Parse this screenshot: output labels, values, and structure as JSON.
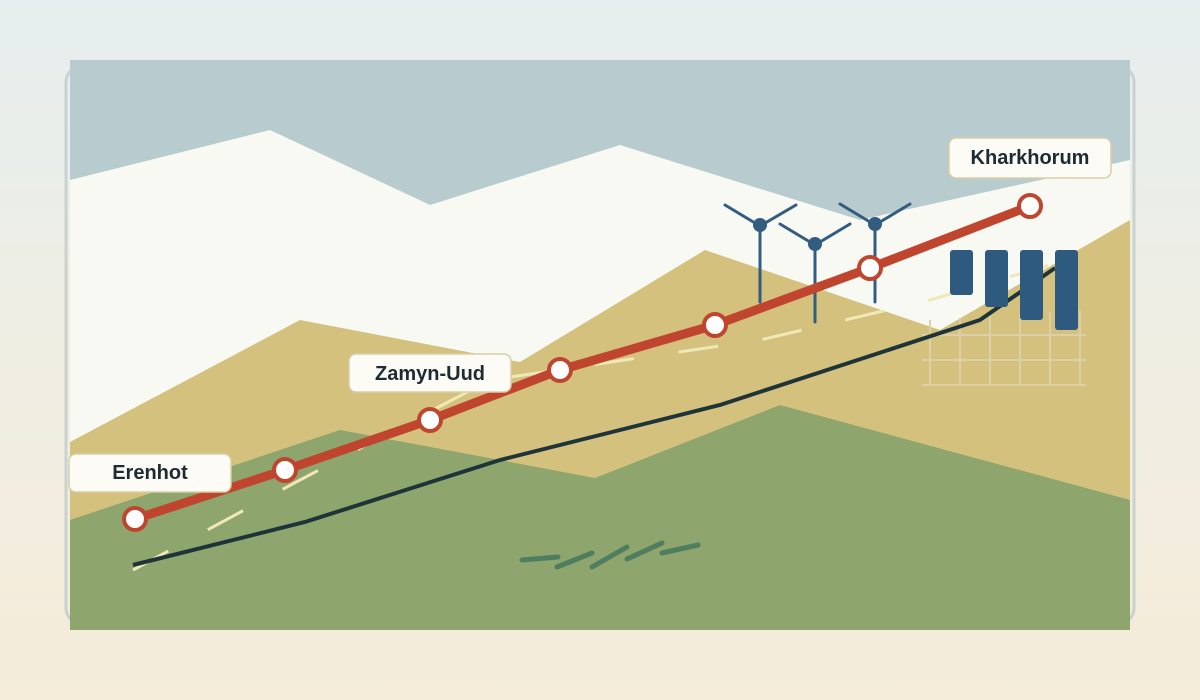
{
  "route": {
    "stations": [
      {
        "name": "Erenhot"
      },
      {
        "name": "Zamyn-Uud"
      },
      {
        "name": "Kharkhorum"
      }
    ]
  },
  "colors": {
    "sky": "#b8ccd0",
    "snow": "#f8f9f3",
    "steppe": "#d4c17e",
    "grass": "#8ea56d",
    "rail": "#c0452f",
    "road": "#1f3438",
    "wind_turbine": "#325c80",
    "panels": "#2f5a80",
    "grass_strokes": "#4f7d60"
  },
  "icons": [
    "wind-turbine-icon",
    "solar-panel-icon",
    "grass-tuft-icon"
  ]
}
